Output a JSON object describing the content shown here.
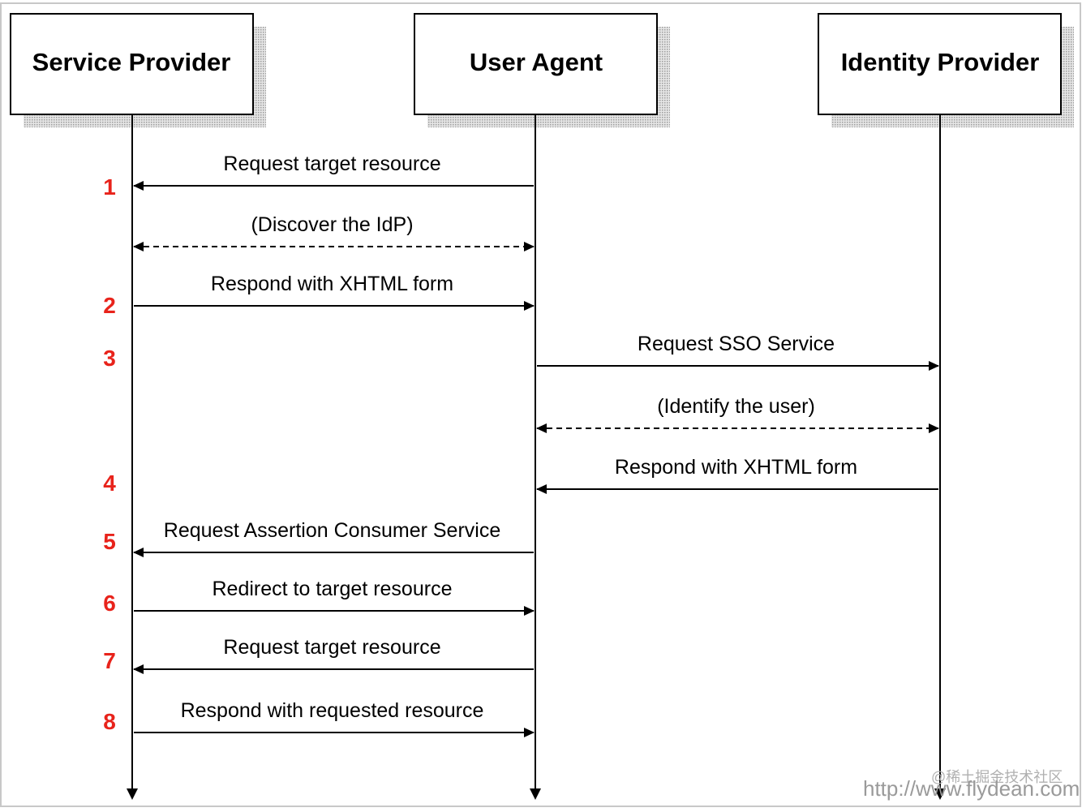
{
  "actors": [
    {
      "id": "sp",
      "label": "Service Provider"
    },
    {
      "id": "ua",
      "label": "User Agent"
    },
    {
      "id": "idp",
      "label": "Identity Provider"
    }
  ],
  "messages": [
    {
      "from": "ua",
      "to": "sp",
      "label": "Request target resource",
      "step": "1",
      "dashed": false,
      "bidirectional": false
    },
    {
      "from": "ua",
      "to": "sp",
      "label": "(Discover the IdP)",
      "step": "",
      "dashed": true,
      "bidirectional": true
    },
    {
      "from": "sp",
      "to": "ua",
      "label": "Respond with XHTML form",
      "step": "2",
      "dashed": false,
      "bidirectional": false
    },
    {
      "from": "ua",
      "to": "idp",
      "label": "Request SSO Service",
      "step": "3",
      "dashed": false,
      "bidirectional": false
    },
    {
      "from": "ua",
      "to": "idp",
      "label": "(Identify the user)",
      "step": "",
      "dashed": true,
      "bidirectional": true
    },
    {
      "from": "idp",
      "to": "ua",
      "label": "Respond with XHTML form",
      "step": "4",
      "dashed": false,
      "bidirectional": false
    },
    {
      "from": "ua",
      "to": "sp",
      "label": "Request Assertion Consumer Service",
      "step": "5",
      "dashed": false,
      "bidirectional": false
    },
    {
      "from": "sp",
      "to": "ua",
      "label": "Redirect to target resource",
      "step": "6",
      "dashed": false,
      "bidirectional": false
    },
    {
      "from": "ua",
      "to": "sp",
      "label": "Request target resource",
      "step": "7",
      "dashed": false,
      "bidirectional": false
    },
    {
      "from": "sp",
      "to": "ua",
      "label": "Respond with requested resource",
      "step": "8",
      "dashed": false,
      "bidirectional": false
    }
  ],
  "watermark": {
    "line1": "@稀土掘金技术社区",
    "line2": "http://www.flydean.com"
  },
  "colors": {
    "step": "#e8231b",
    "line": "#000000",
    "shadow": "#b9b9b9",
    "border": "#c8c8c8"
  }
}
